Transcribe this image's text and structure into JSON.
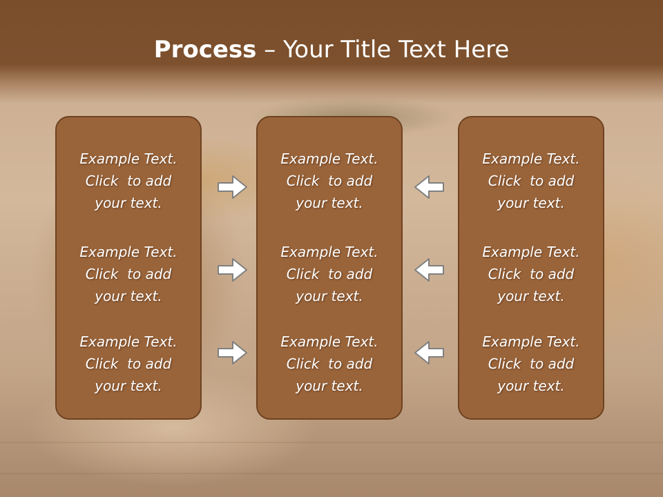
{
  "slide": {
    "title_bold": "Process",
    "title_rest": " – Your Title Text Here"
  },
  "columns": {
    "left": [
      {
        "line1": "Example Text.",
        "line2": "Click  to add",
        "line3": "your text."
      },
      {
        "line1": "Example Text.",
        "line2": "Click  to add",
        "line3": "your text."
      },
      {
        "line1": "Example Text.",
        "line2": "Click  to add",
        "line3": "your text."
      }
    ],
    "middle": [
      {
        "line1": "Example Text.",
        "line2": "Click  to add",
        "line3": "your text."
      },
      {
        "line1": "Example Text.",
        "line2": "Click  to add",
        "line3": "your text."
      },
      {
        "line1": "Example Text.",
        "line2": "Click  to add",
        "line3": "your text."
      }
    ],
    "right": [
      {
        "line1": "Example Text.",
        "line2": "Click  to add",
        "line3": "your text."
      },
      {
        "line1": "Example Text.",
        "line2": "Click  to add",
        "line3": "your text."
      },
      {
        "line1": "Example Text.",
        "line2": "Click  to add",
        "line3": "your text."
      }
    ]
  },
  "arrows": {
    "left_to_middle": [
      "arrow-right-icon",
      "arrow-right-icon",
      "arrow-right-icon"
    ],
    "right_to_middle": [
      "arrow-left-icon",
      "arrow-left-icon",
      "arrow-left-icon"
    ]
  },
  "colors": {
    "header": "#7b4e2b",
    "panel": "#9a643a",
    "panel_border": "#6d4221",
    "arrow_fill": "#ffffff",
    "arrow_stroke": "#7f7f7f"
  }
}
